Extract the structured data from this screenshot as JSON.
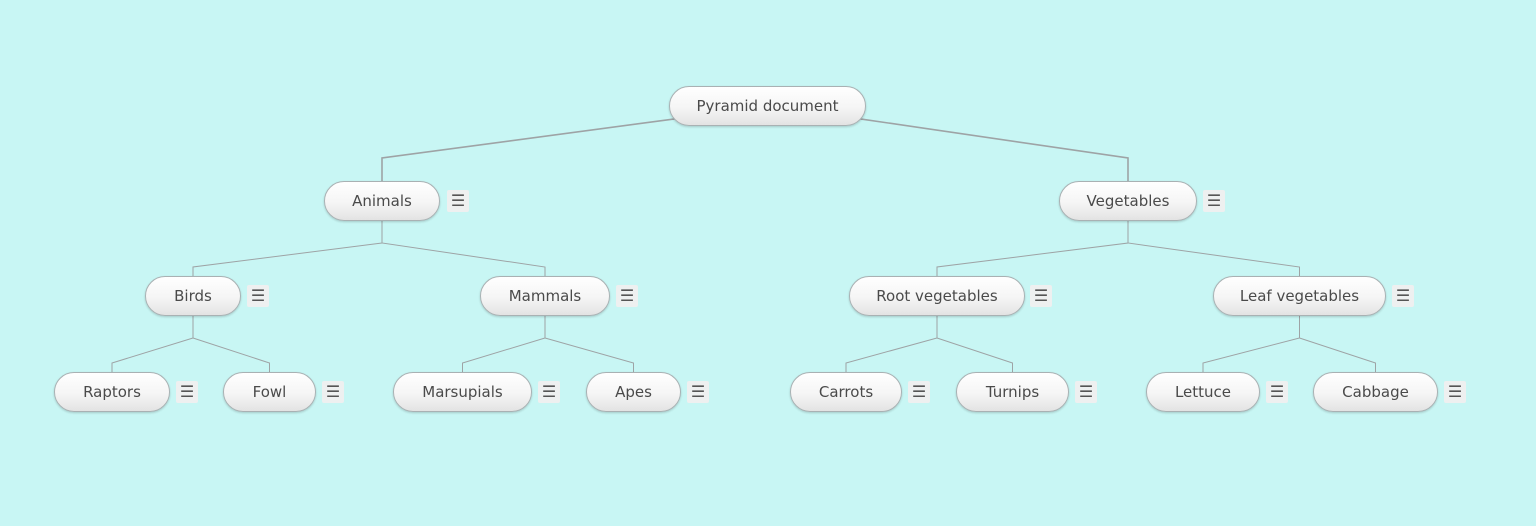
{
  "diagram": {
    "root": {
      "label": "Pyramid document"
    },
    "nodes": {
      "animals": {
        "label": "Animals"
      },
      "vegetables": {
        "label": "Vegetables"
      },
      "birds": {
        "label": "Birds"
      },
      "mammals": {
        "label": "Mammals"
      },
      "root_vegetables": {
        "label": "Root vegetables"
      },
      "leaf_vegetables": {
        "label": "Leaf vegetables"
      },
      "raptors": {
        "label": "Raptors"
      },
      "fowl": {
        "label": "Fowl"
      },
      "marsupials": {
        "label": "Marsupials"
      },
      "apes": {
        "label": "Apes"
      },
      "carrots": {
        "label": "Carrots"
      },
      "turnips": {
        "label": "Turnips"
      },
      "lettuce": {
        "label": "Lettuce"
      },
      "cabbage": {
        "label": "Cabbage"
      }
    },
    "edges": [
      [
        "root",
        "animals"
      ],
      [
        "root",
        "vegetables"
      ],
      [
        "animals",
        "birds"
      ],
      [
        "animals",
        "mammals"
      ],
      [
        "vegetables",
        "root_vegetables"
      ],
      [
        "vegetables",
        "leaf_vegetables"
      ],
      [
        "birds",
        "raptors"
      ],
      [
        "birds",
        "fowl"
      ],
      [
        "mammals",
        "marsupials"
      ],
      [
        "mammals",
        "apes"
      ],
      [
        "root_vegetables",
        "carrots"
      ],
      [
        "root_vegetables",
        "turnips"
      ],
      [
        "leaf_vegetables",
        "lettuce"
      ],
      [
        "leaf_vegetables",
        "cabbage"
      ]
    ],
    "menu_icon": "hamburger-menu-icon",
    "menu_glyph": "☰"
  }
}
